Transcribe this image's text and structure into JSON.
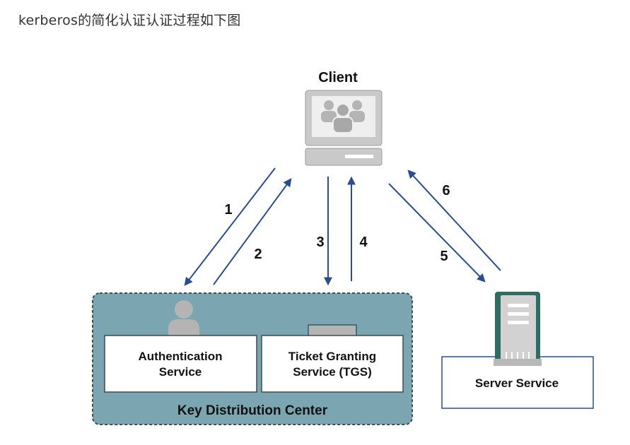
{
  "caption": "kerberos的简化认证认证过程如下图",
  "diagram": {
    "client_label": "Client",
    "kdc_label": "Key Distribution Center",
    "as_label_line1": "Authentication",
    "as_label_line2": "Service",
    "tgs_label_line1": "Ticket Granting",
    "tgs_label_line2": "Service (TGS)",
    "server_label": "Server Service",
    "steps": [
      "1",
      "2",
      "3",
      "4",
      "5",
      "6"
    ],
    "colors": {
      "arrow": "#2a4d8f",
      "kdc_fill": "#7ba5b1",
      "icon_gray": "#b4b4b4",
      "server_green": "#2f6d63",
      "server_box_border": "#2a4d8f"
    }
  }
}
